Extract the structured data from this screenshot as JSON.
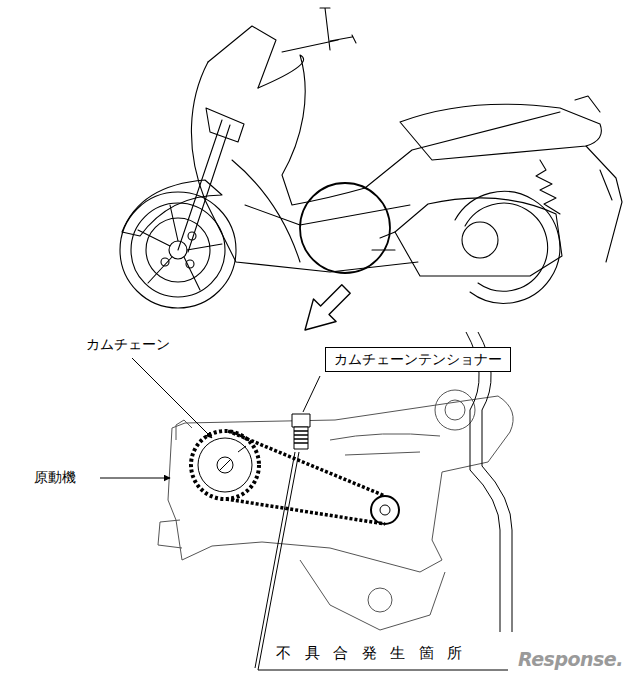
{
  "diagram": {
    "nodes": [
      {
        "text": [
          "カムチェーンテンショナー"
        ]
      }
    ],
    "edges": [],
    "labels": [
      "カムチェーン",
      "原動機",
      "不具合発生箇所",
      "Response."
    ]
  }
}
